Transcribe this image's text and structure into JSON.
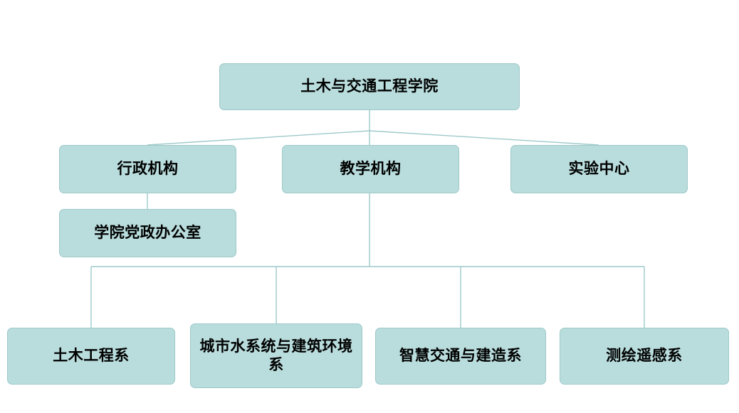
{
  "diagram": {
    "type": "org-chart",
    "title_node": {
      "label": "土木与交通工程学院"
    },
    "level2": [
      {
        "label": "行政机构"
      },
      {
        "label": "教学机构"
      },
      {
        "label": "实验中心"
      }
    ],
    "admin_child": {
      "label": "学院党政办公室"
    },
    "teaching_children": [
      {
        "label": "土木工程系"
      },
      {
        "label": "城市水系统与建筑环境系"
      },
      {
        "label": "智慧交通与建造系"
      },
      {
        "label": "测绘遥感系"
      }
    ],
    "colors": {
      "node_fill": "#b9dcdc",
      "node_border": "#9ec9c9",
      "connector": "#9ec9c9",
      "text": "#000000",
      "background": "#ffffff"
    }
  }
}
